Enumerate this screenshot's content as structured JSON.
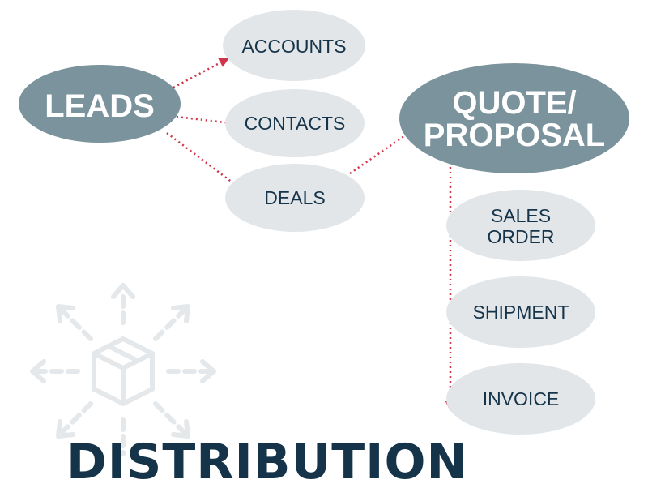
{
  "colors": {
    "primary_node": "#7b939c",
    "secondary_node": "#e2e6e9",
    "primary_text": "#ffffff",
    "secondary_text": "#15344a",
    "connector": "#d0344a",
    "icon": "#e4e8ea",
    "title": "#15344a"
  },
  "nodes": {
    "leads": "LEADS",
    "accounts": "ACCOUNTS",
    "contacts": "CONTACTS",
    "deals": "DEALS",
    "quote_line1": "QUOTE/",
    "quote_line2": "PROPOSAL",
    "sales_order_line1": "SALES",
    "sales_order_line2": "ORDER",
    "shipment": "SHIPMENT",
    "invoice": "INVOICE"
  },
  "icon": "distribution-icon",
  "title": "DISTRIBUTION"
}
